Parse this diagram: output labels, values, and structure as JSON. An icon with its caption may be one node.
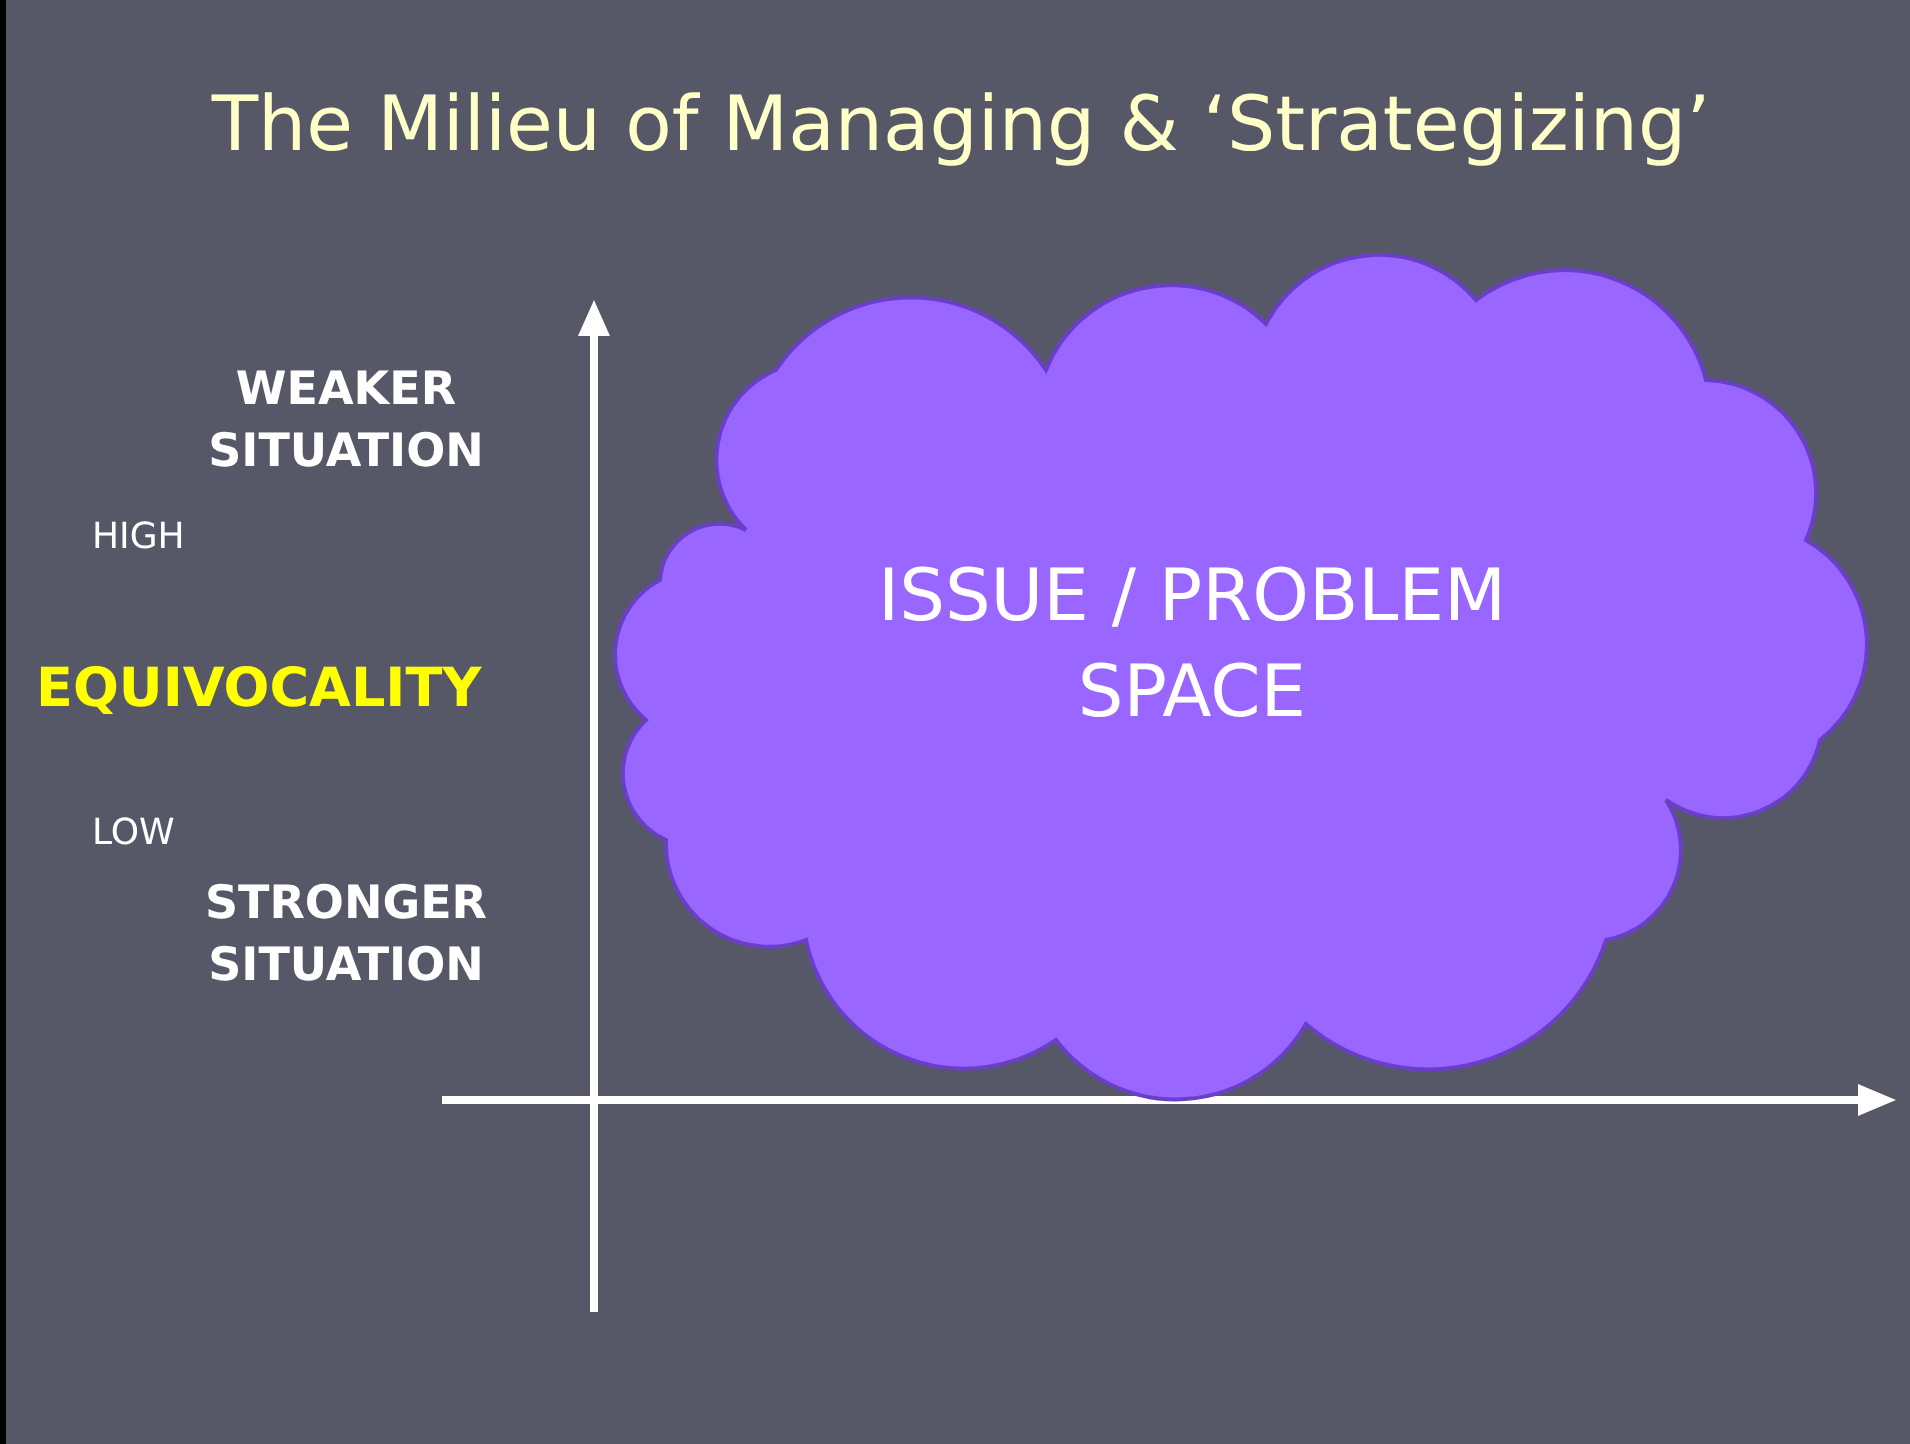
{
  "diagram": {
    "title": "The Milieu of Managing & ‘Strategizing’",
    "nodes": [
      {
        "text": [
          "ISSUE / PROBLEM SPACE"
        ]
      }
    ],
    "labels": [
      "WEAKER SITUATION",
      "HIGH",
      "EQUIVOCALITY",
      "LOW",
      "STRONGER SITUATION"
    ]
  }
}
